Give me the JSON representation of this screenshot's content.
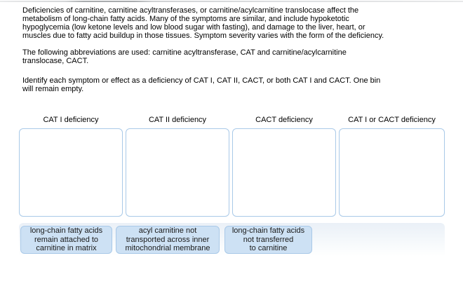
{
  "intro": {
    "paragraph_1": "Deficiencies of carnitine, carnitine acyltransferases, or carnitine/acylcarnitine translocase affect the\nmetabolism of long-chain fatty acids. Many of the symptoms are similar, and include hypoketotic\nhypoglycemia (low ketone levels and low blood sugar with fasting), and damage to the liver, heart, or\nmuscles due to fatty acid buildup in those tissues. Symptom severity varies with the form of the deficiency.",
    "paragraph_2": "The following abbreviations are used: carnitine acyltransferase, CAT and carnitine/acylcarnitine\ntranslocase, CACT.",
    "instructions": "Identify each symptom or effect as a deficiency of CAT I, CAT II, CACT, or both CAT I and CACT. One bin\nwill remain empty."
  },
  "bins": [
    {
      "label": "CAT I deficiency"
    },
    {
      "label": "CAT II deficiency"
    },
    {
      "label": "CACT deficiency"
    },
    {
      "label": "CAT I or CACT deficiency"
    }
  ],
  "chips": [
    {
      "text": "long-chain fatty acids\nremain attached to\ncarnitine in matrix"
    },
    {
      "text": "acyl carnitine not\ntransported across inner\nmitochondrial membrane"
    },
    {
      "text": "long-chain fatty acids\nnot transferred\nto carnitine"
    }
  ],
  "colors": {
    "bin_border": "#a9c9e8",
    "chip_background": "#cde1f4",
    "chip_border": "#a9c9e8",
    "tray_gradient_top": "#eaf0f7",
    "text": "#000000"
  }
}
